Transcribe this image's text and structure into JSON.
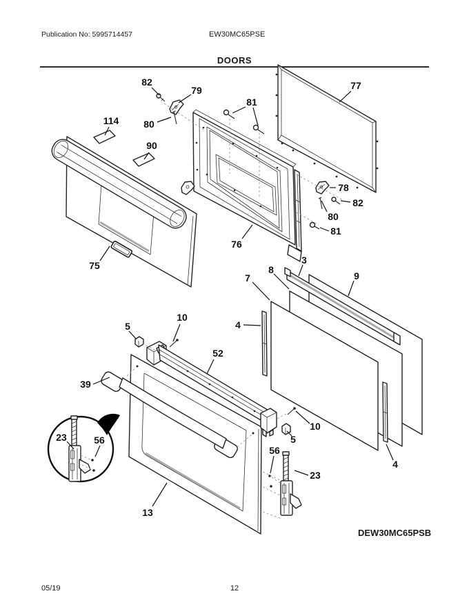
{
  "header": {
    "publication": "Publication No: 5995714457",
    "model": "EW30MC65PSE",
    "title": "DOORS"
  },
  "diagram": {
    "model_code": "DEW30MC65PSB",
    "callouts": {
      "screw_82_top": "82",
      "bracket_79": "79",
      "pin_80_top": "80",
      "screws_81_top": "81",
      "sticker_114": "114",
      "sticker_90": "90",
      "outer_glass_77": "77",
      "bracket_78": "78",
      "screw_82_right": "82",
      "pin_80_right": "80",
      "screw_81_right": "81",
      "inner_door_76": "76",
      "upper_door_75": "75",
      "trim_3": "3",
      "glass_8": "8",
      "glass_7": "7",
      "panel_9": "9",
      "strip_4_left": "4",
      "clip_5_left": "5",
      "pin_10_left": "10",
      "rail_52": "52",
      "handle_39": "39",
      "hinge_23_detail": "23",
      "screw_56_detail": "56",
      "lower_door_13": "13",
      "screw_56_right": "56",
      "hinge_23_right": "23",
      "clip_5_right": "5",
      "pin_10_right": "10",
      "strip_4_right": "4"
    }
  },
  "footer": {
    "date": "05/19",
    "page": "12"
  }
}
